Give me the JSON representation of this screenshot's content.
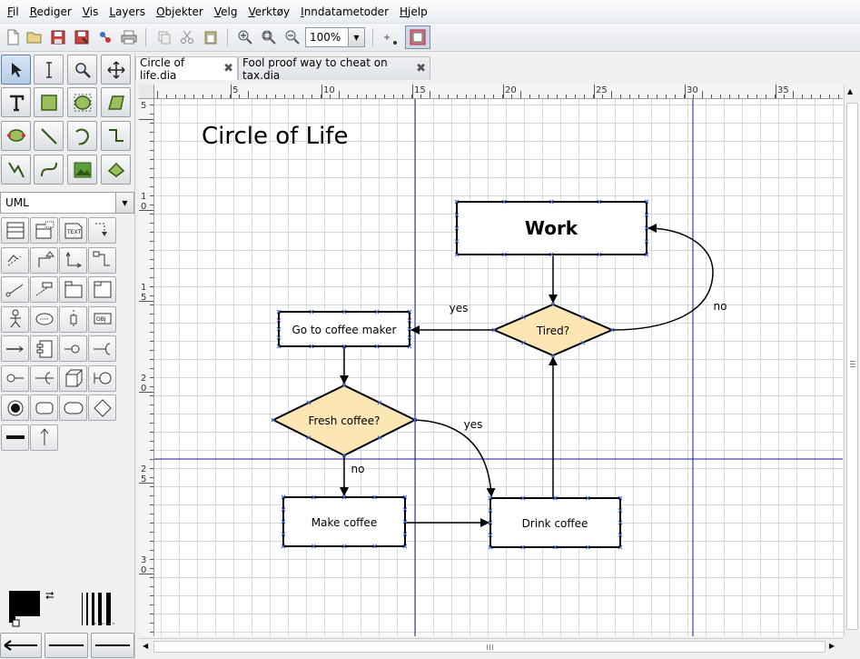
{
  "menu": [
    {
      "label": "Fil",
      "u": "F"
    },
    {
      "label": "Rediger",
      "u": "R"
    },
    {
      "label": "Vis",
      "u": "V"
    },
    {
      "label": "Layers",
      "u": "L"
    },
    {
      "label": "Objekter",
      "u": "O"
    },
    {
      "label": "Velg",
      "u": "V"
    },
    {
      "label": "Verktøy",
      "u": "V"
    },
    {
      "label": "Inndatametoder",
      "u": "I"
    },
    {
      "label": "Hjelp",
      "u": "H"
    }
  ],
  "toolbar": {
    "zoom": "100%"
  },
  "sheet": {
    "selected": "UML"
  },
  "tabs": [
    {
      "label": "Circle of life.dia",
      "active": true
    },
    {
      "label": "Fool proof way to cheat on tax.dia",
      "active": false
    }
  ],
  "ruler": {
    "h": [
      "5",
      "10",
      "15",
      "20",
      "25",
      "30",
      "35"
    ],
    "v": [
      [
        "5"
      ],
      [
        "1",
        "0"
      ],
      [
        "1",
        "5"
      ],
      [
        "2",
        "0"
      ],
      [
        "2",
        "5"
      ],
      [
        "3",
        "0"
      ]
    ]
  },
  "diagram": {
    "title": "Circle of Life",
    "nodes": {
      "work": "Work",
      "tired": "Tired?",
      "coffee_maker": "Go to coffee maker",
      "fresh": "Fresh coffee?",
      "make": "Make coffee",
      "drink": "Drink coffee"
    },
    "edges": {
      "tired_yes": "yes",
      "tired_no": "no",
      "fresh_yes": "yes",
      "fresh_no": "no"
    },
    "colors": {
      "decision_fill": "#fbe6b4",
      "guide_line": "#1a1a8c"
    }
  }
}
